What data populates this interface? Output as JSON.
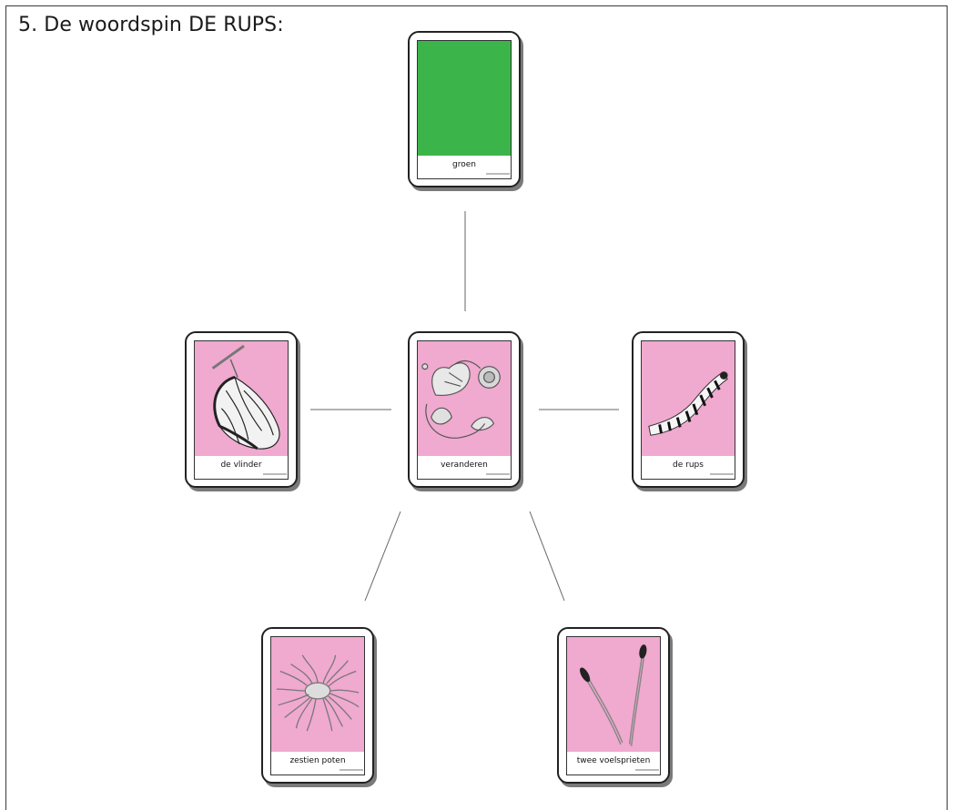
{
  "heading": "5.  De woordspin DE RUPS:",
  "colors": {
    "green_card": "#3bb54a",
    "pink_card": "#f0a9cf",
    "border": "#222222",
    "line": "#555555"
  },
  "cards": {
    "top": {
      "label": "groen",
      "icon": "green-color-swatch"
    },
    "center": {
      "label": "veranderen",
      "icon": "butterfly-lifecycle-icon"
    },
    "left": {
      "label": "de vlinder",
      "icon": "butterfly-icon"
    },
    "right": {
      "label": "de rups",
      "icon": "caterpillar-icon"
    },
    "bottom_left": {
      "label": "zestien poten",
      "icon": "sixteen-legs-icon"
    },
    "bottom_right": {
      "label": "twee voelsprieten",
      "icon": "antennae-icon"
    }
  }
}
